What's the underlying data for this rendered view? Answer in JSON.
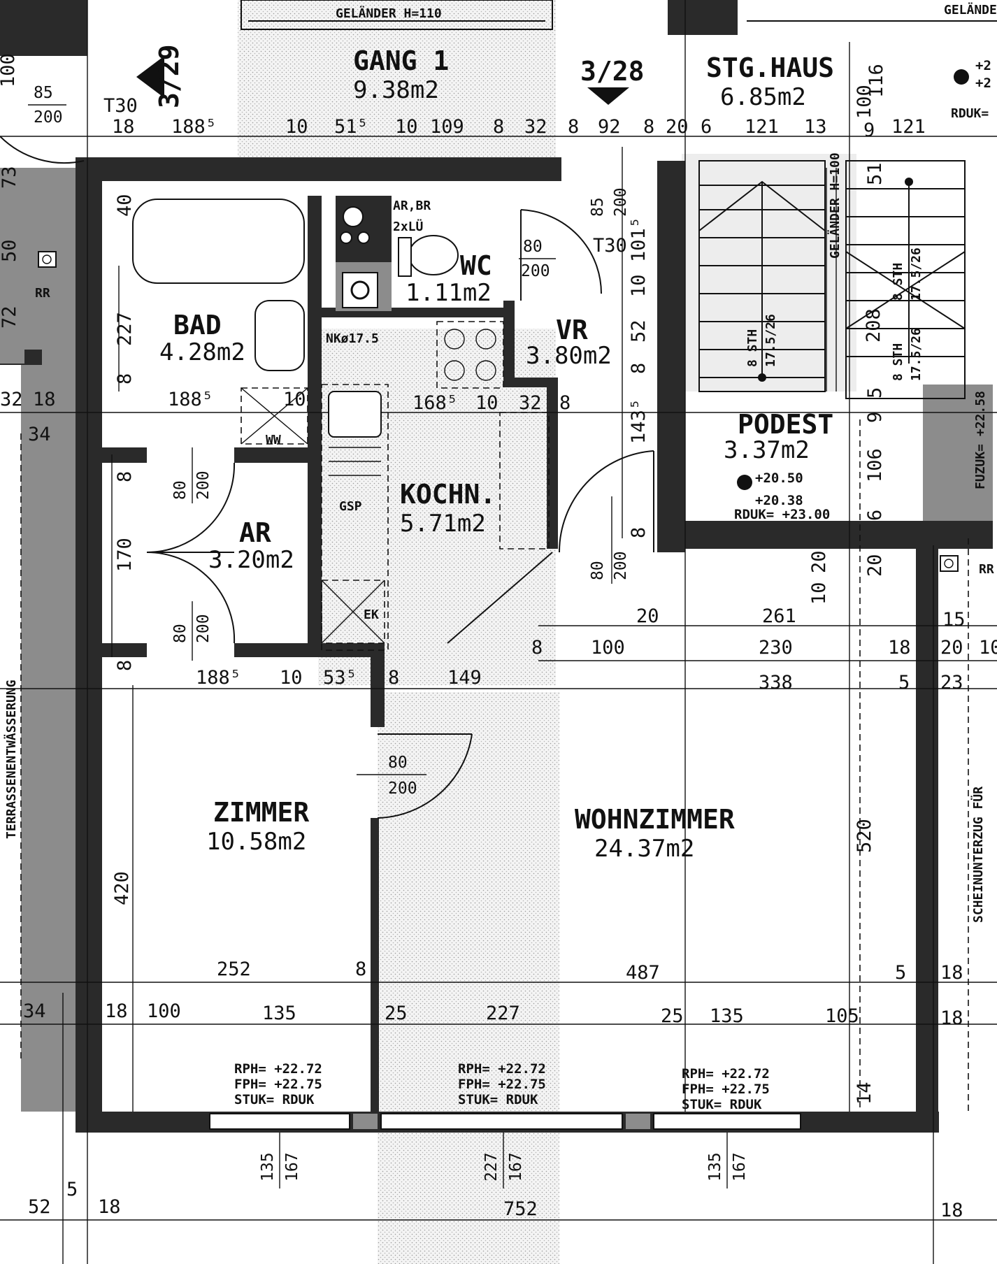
{
  "rooms": {
    "gang": {
      "name": "GANG 1",
      "area": "9.38m2"
    },
    "stghaus": {
      "name": "STG.HAUS",
      "area": "6.85m2"
    },
    "bad": {
      "name": "BAD",
      "area": "4.28m2"
    },
    "wc": {
      "name": "WC",
      "area": "1.11m2"
    },
    "vr": {
      "name": "VR",
      "area": "3.80m2"
    },
    "kochn": {
      "name": "KOCHN.",
      "area": "5.71m2"
    },
    "podest": {
      "name": "PODEST",
      "area": "3.37m2"
    },
    "ar": {
      "name": "AR",
      "area": "3.20m2"
    },
    "zimmer": {
      "name": "ZIMMER",
      "area": "10.58m2"
    },
    "wohnzimmer": {
      "name": "WOHNZIMMER",
      "area": "24.37m2"
    }
  },
  "markers": {
    "section_left": "3/29",
    "section_right": "3/28",
    "gelaender_top": "GELÄNDER H=110",
    "gelaender_right": "GELÄNDE",
    "gelaender_stair": "GELÄNDER H=100",
    "t30_top": "T30",
    "t30_vr": "T30"
  },
  "labels": {
    "ar_br": "AR,BR",
    "ar_br_2": "2xLÜ",
    "nk": "NKø17.5",
    "ww": "WW",
    "gsp": "GSP",
    "ek": "EK",
    "rr_left": "RR",
    "rr_right": "RR",
    "rduk_top": "RDUK=",
    "terrasse": "TERRASSENENTWÄSSERUNG",
    "scheinunterzug": "SCHEINUNTERZUG FÜR",
    "fuzuk": "FUZUK= +22.58"
  },
  "stairs": {
    "sth_a": "8 STH",
    "sth_a2": "17.5/26",
    "sth_b": "8 STH",
    "sth_b2": "17.5/26",
    "sth_c": "8 STH",
    "sth_c2": "17.5/26",
    "run": "208"
  },
  "levels": {
    "podest_1": "+20.50",
    "podest_2": "+20.38",
    "podest_rduk": "RDUK= +23.00",
    "top_1": "+2",
    "top_2": "+2",
    "win1": [
      "RPH= +22.72",
      "FPH= +22.75",
      "STUK= RDUK"
    ],
    "win2": [
      "RPH= +22.72",
      "FPH= +22.75",
      "STUK= RDUK"
    ],
    "win3": [
      "RPH= +22.72",
      "FPH= +22.75",
      "STUK= RDUK"
    ]
  },
  "doors": {
    "d_top_left": [
      "85",
      "200"
    ],
    "d_wc": [
      "80",
      "200"
    ],
    "d_vr": [
      "85",
      "200"
    ],
    "d_ar_1": [
      "80",
      "200"
    ],
    "d_ar_2": [
      "80",
      "200"
    ],
    "d_entry": [
      "80",
      "200"
    ],
    "d_zimmer": [
      "80",
      "200"
    ],
    "w1": [
      "135",
      "167"
    ],
    "w2": [
      "227",
      "167"
    ],
    "w3": [
      "135",
      "167"
    ]
  },
  "dims_top": {
    "d18": "18",
    "d188": "188⁵",
    "d10a": "10",
    "d51": "51⁵",
    "d10b": "10",
    "d109": "109",
    "d8a": "8",
    "d32": "32",
    "d8b": "8",
    "d92": "92",
    "d8c": "8",
    "d20": "20",
    "d6": "6",
    "d121a": "121",
    "d13": "13",
    "d9": "9",
    "d121b": "121",
    "d116": "116",
    "d100_top": "100"
  },
  "dims_mid": {
    "d32": "32",
    "d18": "18",
    "d188": "188⁵",
    "d10": "10",
    "d168": "168⁵",
    "d10b": "10",
    "d32b": "32",
    "d8": "8",
    "d34": "34"
  },
  "dims_low": {
    "d188": "188⁵",
    "d10": "10",
    "d53": "53⁵",
    "d8": "8",
    "d149": "149",
    "d8b": "8",
    "d100": "100",
    "d20": "20",
    "d261": "261",
    "d230": "230",
    "d338": "338",
    "d18": "18",
    "d5": "5",
    "d15": "15",
    "d20b": "20",
    "d10b": "10",
    "d23": "23",
    "d8c": "8",
    "d8d": "8"
  },
  "dims_bottom": {
    "d252": "252",
    "d8": "8",
    "d487": "487",
    "d5": "5",
    "d18a": "18",
    "d34": "34",
    "d18": "18",
    "d100": "100",
    "d135": "135",
    "d25": "25",
    "d227": "227",
    "d25b": "25",
    "d135b": "135",
    "d105": "105",
    "d18b": "18",
    "d14": "14",
    "d52": "52",
    "d5b": "5",
    "d18c": "18",
    "d752": "752",
    "d18d": "18"
  },
  "dims_vertical": {
    "v227": "227",
    "v170": "170",
    "v420": "420",
    "v520": "520",
    "v101": "101⁵",
    "v10": "10",
    "v52": "52",
    "v8a": "8",
    "v143": "143⁵",
    "v8b": "8",
    "v51": "51",
    "v5": "5",
    "v9": "9",
    "v106": "106",
    "v6": "6",
    "v20": "20",
    "v20b": "20",
    "v10b": "10",
    "v100": "100",
    "v85": "85",
    "v200": "200",
    "v73": "73",
    "v72": "72",
    "v50": "50",
    "v8c": "8",
    "v8d": "8",
    "v40": "40"
  }
}
